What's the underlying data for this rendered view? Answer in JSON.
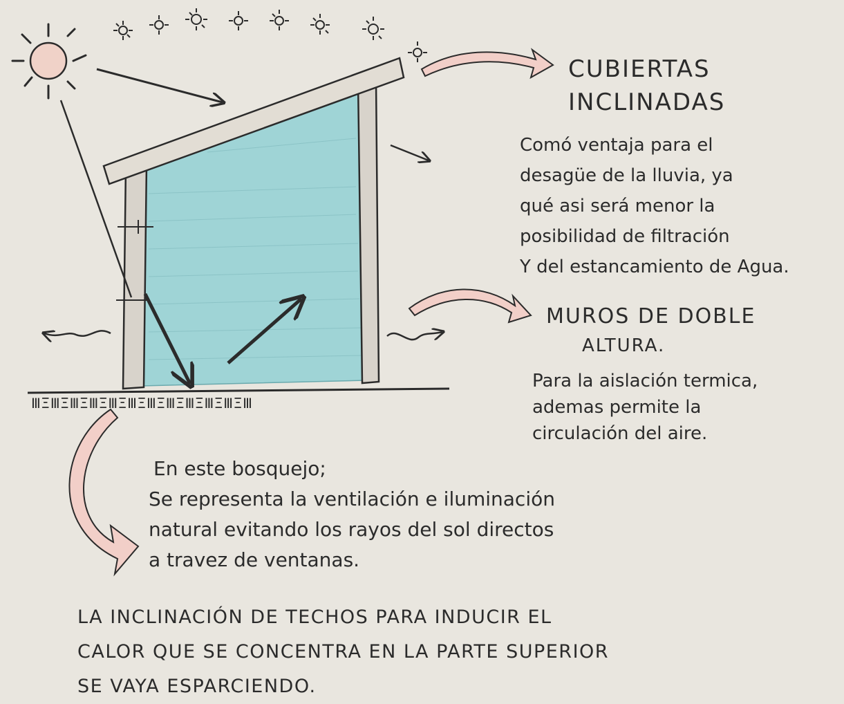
{
  "annotations": {
    "roof": {
      "title_lines": [
        "CUBIERTAS",
        "INCLINADAS"
      ],
      "body_lines": [
        "Comó ventaja para el",
        "desagüe de la lluvia, ya",
        "qué asi será menor la",
        "posibilidad de filtración",
        "Y del estancamiento de Agua."
      ]
    },
    "walls": {
      "title_lines": [
        "MUROS DE DOBLE",
        "ALTURA."
      ],
      "body_lines": [
        "Para la aislación termica,",
        "ademas permite la",
        "circulación del aire."
      ]
    },
    "sketch_note": {
      "lead": "En este bosquejo;",
      "body_lines": [
        "Se representa la ventilación e iluminación",
        "natural evitando los rayos del sol directos",
        "a travez de ventanas."
      ]
    },
    "conclusion_lines": [
      "LA INCLINACIÓN DE TECHOS PARA INDUCIR EL",
      "CALOR QUE SE CONCENTRA EN LA PARTE SUPERIOR",
      "SE VAYA ESPARCIENDO."
    ]
  },
  "colors": {
    "paper": "#e9e6df",
    "ink": "#2b2b2b",
    "glass": "#9fd4d6",
    "wall": "#d8d3cb",
    "sun": "#f0d2c8",
    "arrow_fill": "#f2cfc8"
  }
}
